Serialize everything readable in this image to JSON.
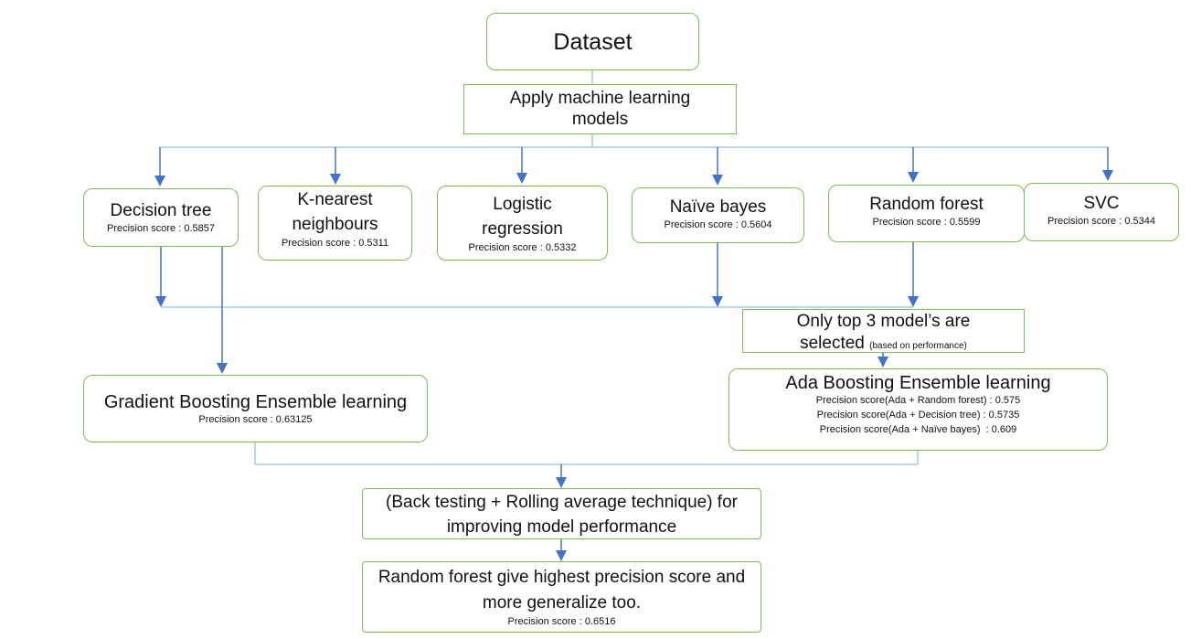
{
  "dataset": "Dataset",
  "apply": "Apply machine learning models",
  "models": [
    {
      "name": "Decision tree",
      "score": "Precision score : 0.5857"
    },
    {
      "name": "K-nearest neighbours",
      "score": "Precision score : 0.5311"
    },
    {
      "name": "Logistic regression",
      "score": "Precision score : 0.5332"
    },
    {
      "name": "Naïve bayes",
      "score": "Precision score : 0.5604"
    },
    {
      "name": "Random forest",
      "score": "Precision score : 0.5599"
    },
    {
      "name": "SVC",
      "score": "Precision score : 0.5344"
    }
  ],
  "top3": {
    "main": "Only top 3 model’s are selected",
    "note": "(based on performance)"
  },
  "gradient": {
    "title": "Gradient Boosting Ensemble learning",
    "score": "Precision score : 0.63125"
  },
  "ada": {
    "title": "Ada Boosting Ensemble learning",
    "scores": [
      "Precision score(Ada + Random forest) : 0.575",
      "Precision score(Ada + Decision tree) : 0.5735",
      "Precision score(Ada + Naïve bayes)  : 0.609"
    ]
  },
  "backtest": "(Back testing + Rolling average technique) for improving model performance",
  "final": {
    "text": "Random forest give highest precision score and more generalize too.",
    "score": "Precision score : 0.6516"
  },
  "colors": {
    "box_border": "#7cbf55",
    "arrow": "#4472c4",
    "connector": "#a6c8e8"
  }
}
